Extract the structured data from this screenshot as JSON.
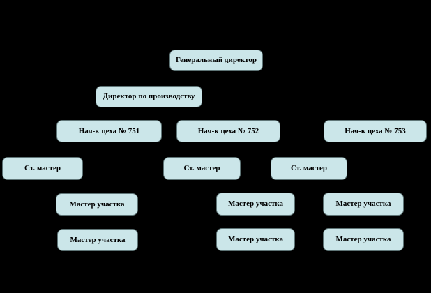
{
  "colors": {
    "background": "#000000",
    "box_fill": "#cbe6e9",
    "box_border": "#5f7577",
    "box_text": "#000000"
  },
  "nodes": {
    "general_director": {
      "label": "Генеральный директор"
    },
    "production_director": {
      "label": "Директор по производству"
    },
    "shop_chief_751": {
      "label": "Нач-к цеха № 751"
    },
    "shop_chief_752": {
      "label": "Нач-к цеха № 752"
    },
    "shop_chief_753": {
      "label": "Нач-к цеха № 753"
    },
    "senior_master_1": {
      "label": "Ст. мастер"
    },
    "senior_master_2": {
      "label": "Ст. мастер"
    },
    "senior_master_3": {
      "label": "Ст. мастер"
    },
    "area_master_r1c1": {
      "label": "Мастер участка"
    },
    "area_master_r1c2": {
      "label": "Мастер участка"
    },
    "area_master_r1c3": {
      "label": "Мастер участка"
    },
    "area_master_r2c1": {
      "label": "Мастер участка"
    },
    "area_master_r2c2": {
      "label": "Мастер участка"
    },
    "area_master_r2c3": {
      "label": "Мастер участка"
    }
  }
}
